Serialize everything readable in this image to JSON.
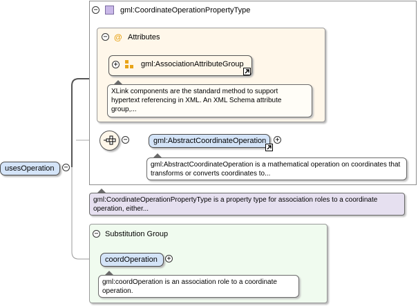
{
  "root_element": {
    "label": "usesOperation"
  },
  "type_panel": {
    "title": "gml:CoordinateOperationPropertyType",
    "attributes": {
      "title": "Attributes",
      "group_label": "gml:AssociationAttributeGroup",
      "doc": "XLink components are the standard method to support hypertext referencing in XML. An XML Schema attribute group,..."
    },
    "sequence": {
      "element_label": "gml:AbstractCoordinateOperation",
      "doc": "gml:AbstractCoordinateOperation is a mathematical operation on coordinates that transforms or converts coordinates to..."
    },
    "doc": "gml:CoordinateOperationPropertyType is a property type for association roles to a coordinate operation, either..."
  },
  "substitution_group": {
    "title": "Substitution Group",
    "element_label": "coordOperation",
    "doc": "gml:coordOperation is an association role to a coordinate operation."
  },
  "colors": {
    "element_fill": "#d4e4f8",
    "attributes_fill": "#fff7ea",
    "substitution_fill": "#f0fbef",
    "type_doc_fill": "#e6e0f0",
    "attribute_icon": "#e8a317",
    "type_icon": "#c9b8e8"
  }
}
